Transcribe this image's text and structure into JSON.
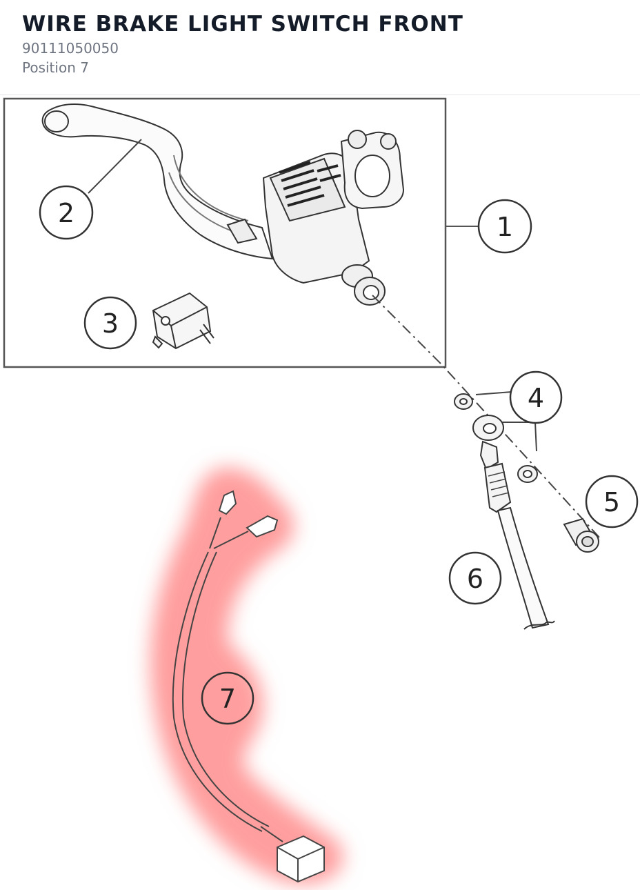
{
  "part": {
    "title": "WIRE BRAKE LIGHT SWITCH FRONT",
    "number": "90111050050",
    "position": "Position 7"
  },
  "diagram": {
    "highlight_color": "#ff9e9e",
    "callouts": [
      {
        "id": "callout-1",
        "label": "1"
      },
      {
        "id": "callout-2",
        "label": "2"
      },
      {
        "id": "callout-3",
        "label": "3"
      },
      {
        "id": "callout-4",
        "label": "4"
      },
      {
        "id": "callout-5",
        "label": "5"
      },
      {
        "id": "callout-6",
        "label": "6"
      },
      {
        "id": "callout-7",
        "label": "7",
        "highlighted": true
      }
    ]
  }
}
